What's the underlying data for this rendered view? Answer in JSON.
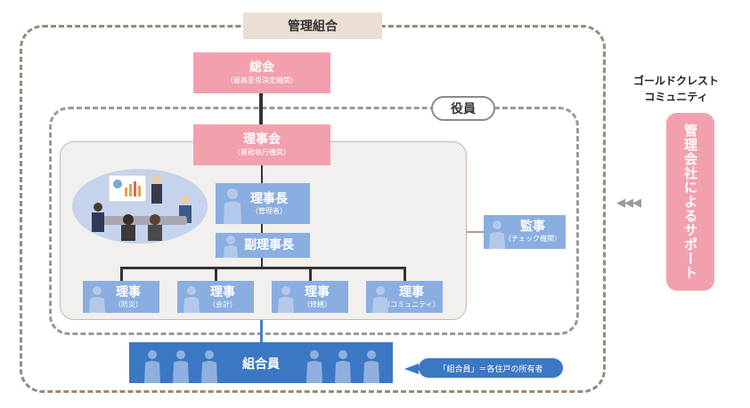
{
  "association": {
    "title": "管理組合"
  },
  "general_meeting": {
    "title": "総会",
    "subtitle": "（最高意思決定機関）"
  },
  "officers": {
    "label": "役員"
  },
  "board": {
    "title": "理事会",
    "subtitle": "（業務執行機関）"
  },
  "chairman": {
    "title": "理事長",
    "subtitle": "（管理者）"
  },
  "vice_chairman": {
    "title": "副理事長"
  },
  "auditor": {
    "title": "監事",
    "subtitle": "（チェック機関）"
  },
  "directors": [
    {
      "title": "理事",
      "subtitle": "（防災）"
    },
    {
      "title": "理事",
      "subtitle": "（会計）"
    },
    {
      "title": "理事",
      "subtitle": "（修繕）"
    },
    {
      "title": "理事",
      "subtitle": "（コミュニティ）"
    }
  ],
  "members": {
    "title": "組合員",
    "note": "「組合員」＝各住戸の所有者"
  },
  "management_company": {
    "name_line1": "ゴールドクレスト",
    "name_line2": "コミュニティ",
    "support": "管理会社によるサポート",
    "arrows": "◀◀◀"
  },
  "colors": {
    "pink": "#f2a0ae",
    "light_blue": "#8aaee0",
    "dark_blue": "#3b78c3",
    "beige": "#eadfd2"
  }
}
